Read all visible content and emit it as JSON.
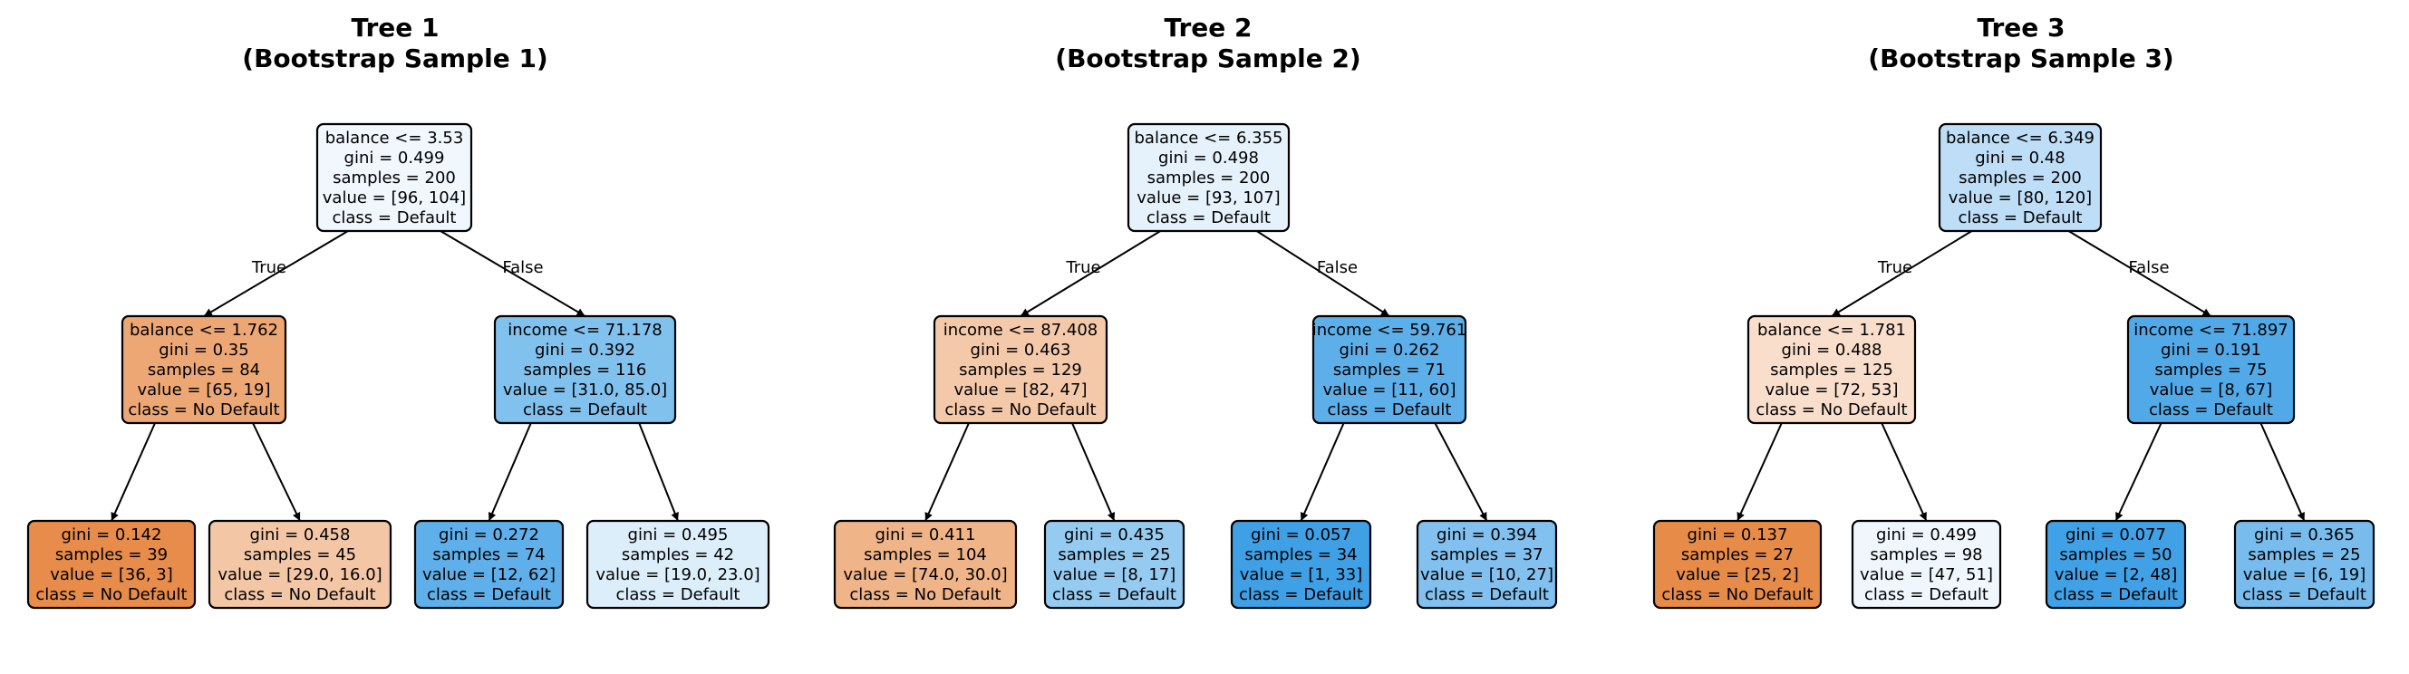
{
  "trees": [
    {
      "title_line1": "Tree 1",
      "title_line2": "(Bootstrap Sample 1)",
      "edge_true": "True",
      "edge_false": "False",
      "nodes": [
        {
          "lines": [
            "balance <= 3.53",
            "gini = 0.499",
            "samples = 200",
            "value = [96, 104]",
            "class = Default"
          ],
          "fill": "#f0f7fd"
        },
        {
          "lines": [
            "balance <= 1.762",
            "gini = 0.35",
            "samples = 84",
            "value = [65, 19]",
            "class = No Default"
          ],
          "fill": "#eda774"
        },
        {
          "lines": [
            "income <= 71.178",
            "gini = 0.392",
            "samples = 116",
            "value = [31.0, 85.0]",
            "class = Default"
          ],
          "fill": "#81c1ee"
        },
        {
          "lines": [
            "gini = 0.142",
            "samples = 39",
            "value = [36, 3]",
            "class = No Default"
          ],
          "fill": "#e78c4a"
        },
        {
          "lines": [
            "gini = 0.458",
            "samples = 45",
            "value = [29.0, 16.0]",
            "class = No Default"
          ],
          "fill": "#f3c7a6"
        },
        {
          "lines": [
            "gini = 0.272",
            "samples = 74",
            "value = [12, 62]",
            "class = Default"
          ],
          "fill": "#5fb0ea"
        },
        {
          "lines": [
            "gini = 0.495",
            "samples = 42",
            "value = [19.0, 23.0]",
            "class = Default"
          ],
          "fill": "#ddeefb"
        }
      ]
    },
    {
      "title_line1": "Tree 2",
      "title_line2": "(Bootstrap Sample 2)",
      "edge_true": "True",
      "edge_false": "False",
      "nodes": [
        {
          "lines": [
            "balance <= 6.355",
            "gini = 0.498",
            "samples = 200",
            "value = [93, 107]",
            "class = Default"
          ],
          "fill": "#e5f2fc"
        },
        {
          "lines": [
            "income <= 87.408",
            "gini = 0.463",
            "samples = 129",
            "value = [82, 47]",
            "class = No Default"
          ],
          "fill": "#f4c9aa"
        },
        {
          "lines": [
            "income <= 59.761",
            "gini = 0.262",
            "samples = 71",
            "value = [11, 60]",
            "class = Default"
          ],
          "fill": "#5dafea"
        },
        {
          "lines": [
            "gini = 0.411",
            "samples = 104",
            "value = [74.0, 30.0]",
            "class = No Default"
          ],
          "fill": "#f0b489"
        },
        {
          "lines": [
            "gini = 0.435",
            "samples = 25",
            "value = [8, 17]",
            "class = Default"
          ],
          "fill": "#96cbf1"
        },
        {
          "lines": [
            "gini = 0.057",
            "samples = 34",
            "value = [1, 33]",
            "class = Default"
          ],
          "fill": "#3fa0e6"
        },
        {
          "lines": [
            "gini = 0.394",
            "samples = 37",
            "value = [10, 27]",
            "class = Default"
          ],
          "fill": "#82c1ef"
        }
      ]
    },
    {
      "title_line1": "Tree 3",
      "title_line2": "(Bootstrap Sample 3)",
      "edge_true": "True",
      "edge_false": "False",
      "nodes": [
        {
          "lines": [
            "balance <= 6.349",
            "gini = 0.48",
            "samples = 200",
            "value = [80, 120]",
            "class = Default"
          ],
          "fill": "#bddef6"
        },
        {
          "lines": [
            "balance <= 1.781",
            "gini = 0.488",
            "samples = 125",
            "value = [72, 53]",
            "class = No Default"
          ],
          "fill": "#f8decb"
        },
        {
          "lines": [
            "income <= 71.897",
            "gini = 0.191",
            "samples = 75",
            "value = [8, 67]",
            "class = Default"
          ],
          "fill": "#51a9e8"
        },
        {
          "lines": [
            "gini = 0.137",
            "samples = 27",
            "value = [25, 2]",
            "class = No Default"
          ],
          "fill": "#e78b49"
        },
        {
          "lines": [
            "gini = 0.499",
            "samples = 98",
            "value = [47, 51]",
            "class = Default"
          ],
          "fill": "#eff7fd"
        },
        {
          "lines": [
            "gini = 0.077",
            "samples = 50",
            "value = [2, 48]",
            "class = Default"
          ],
          "fill": "#41a1e6"
        },
        {
          "lines": [
            "gini = 0.365",
            "samples = 25",
            "value = [6, 19]",
            "class = Default"
          ],
          "fill": "#78bced"
        }
      ]
    }
  ]
}
